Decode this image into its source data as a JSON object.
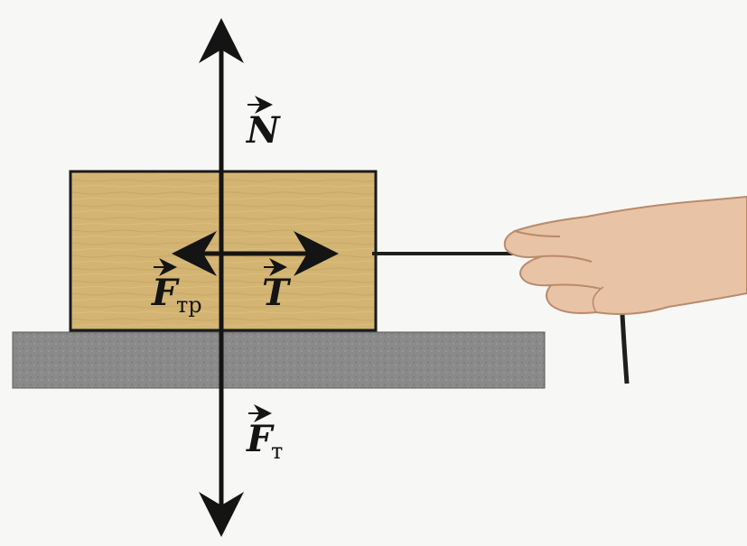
{
  "diagram": {
    "labels": {
      "normal_force": {
        "symbol": "N",
        "subscript": ""
      },
      "tension": {
        "symbol": "T",
        "subscript": ""
      },
      "friction_force": {
        "symbol": "F",
        "subscript": "тр"
      },
      "gravity_force": {
        "symbol": "F",
        "subscript": "т"
      }
    },
    "colors": {
      "background": "#f7f7f5",
      "block_fill": "#d3b472",
      "block_outline": "#1a1a1a",
      "surface_fill": "#888888",
      "arrow": "#141414",
      "skin": "#e9c3a6",
      "rope": "#1e1e1e"
    },
    "icons": {
      "hand": "hand-pulling-rope"
    }
  }
}
